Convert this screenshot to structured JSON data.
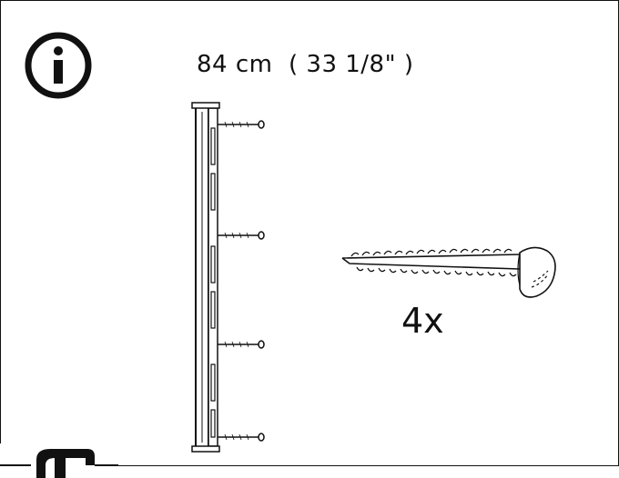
{
  "icons": {
    "info": "info-icon",
    "rail": "wall-rail-illustration",
    "screw": "screw-illustration",
    "footer": "brand-mark-icon"
  },
  "measurement": {
    "text": "84 cm  ( 33 1/8\" )"
  },
  "quantity": {
    "text": "4x"
  }
}
